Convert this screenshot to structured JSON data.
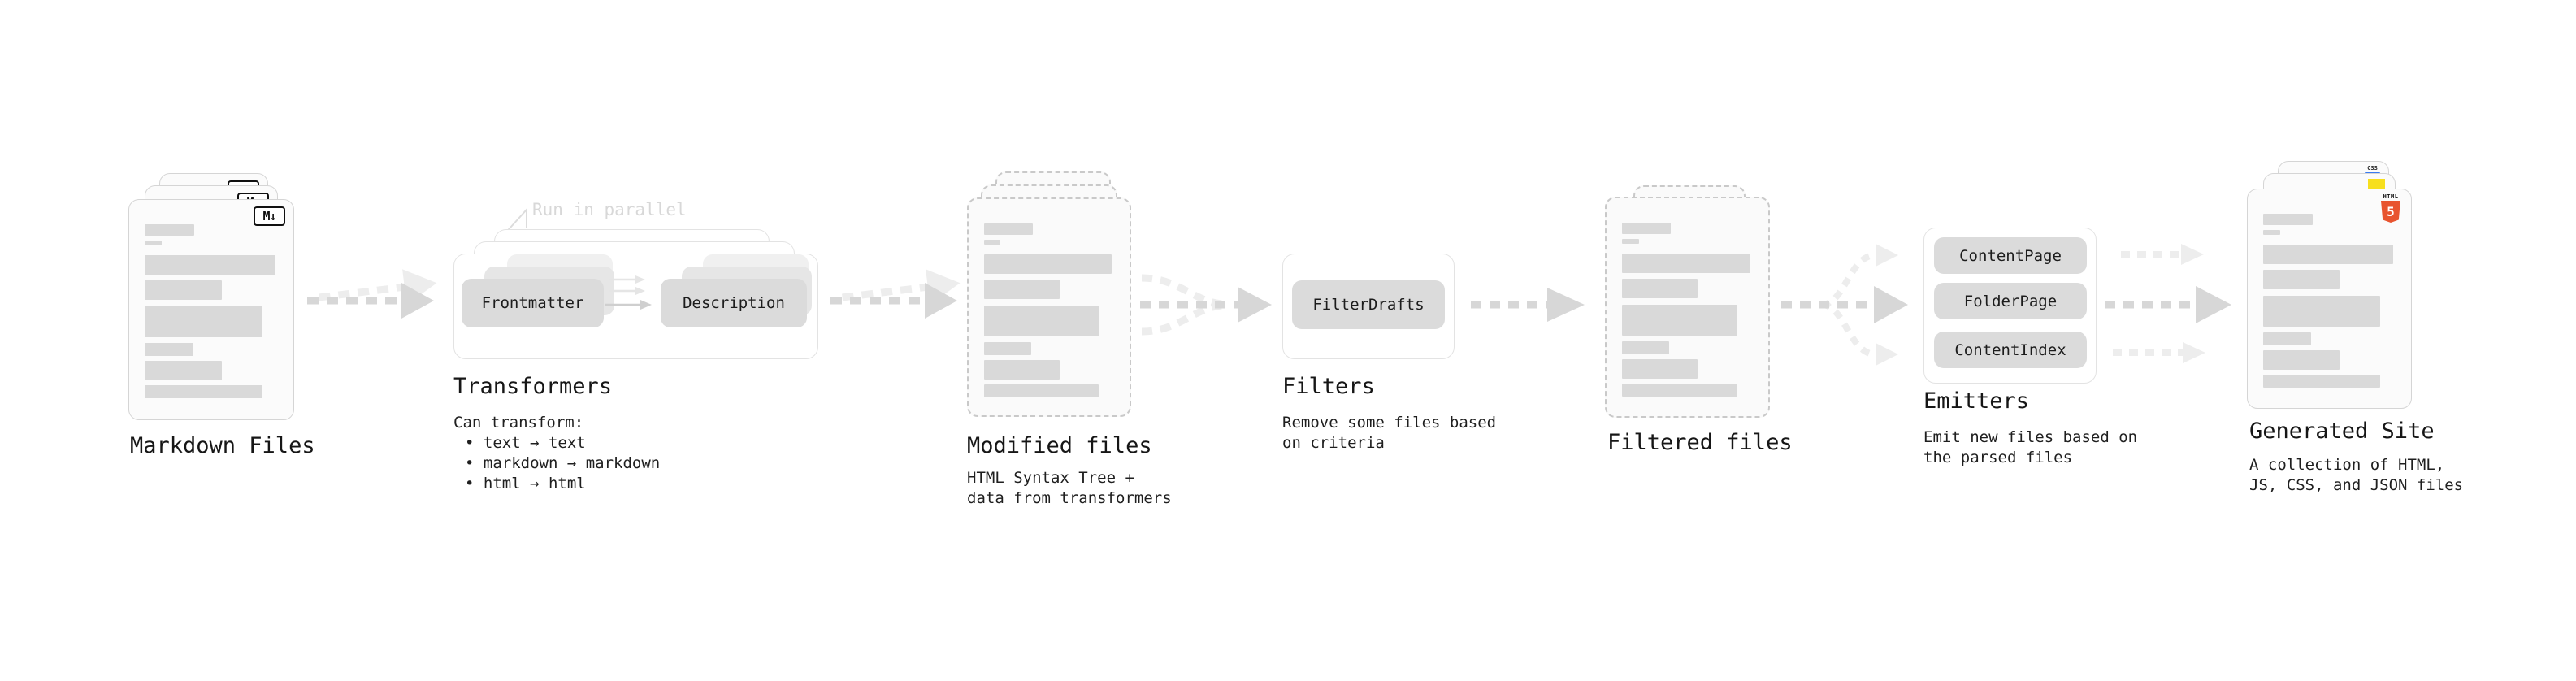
{
  "nodes": {
    "markdown": {
      "label": "Markdown Files",
      "badge": "M↓"
    },
    "transformers": {
      "label": "Transformers",
      "callout": "Run in parallel",
      "pill_left": "Frontmatter",
      "pill_right": "Description",
      "heading": "Can transform:",
      "bullets": [
        "• text → text",
        "• markdown → markdown",
        "• html → html"
      ]
    },
    "modified": {
      "label": "Modified files",
      "subtitle": [
        "HTML Syntax Tree +",
        "data from transformers"
      ]
    },
    "filters": {
      "label": "Filters",
      "pill": "FilterDrafts",
      "subtitle": [
        "Remove some files based",
        "on criteria"
      ]
    },
    "filtered": {
      "label": "Filtered files"
    },
    "emitters": {
      "label": "Emitters",
      "pills": [
        "ContentPage",
        "FolderPage",
        "ContentIndex"
      ],
      "subtitle": [
        "Emit new files based on",
        "the parsed files"
      ]
    },
    "site": {
      "label": "Generated Site",
      "subtitle": [
        "A collection of HTML,",
        "JS, CSS, and JSON files"
      ],
      "css_badge": "CSS",
      "html_badge_word": "HTML",
      "html_badge_number": "5"
    }
  },
  "colors": {
    "bar-gray": "#d9d9d9",
    "pill-gray": "#dbdbdb",
    "arrow-dark": "#d7d7d7",
    "arrow-light": "#ededed",
    "html5-orange": "#e8542f",
    "js-yellow": "#f7df1e",
    "css-blue": "#3a7bf2"
  },
  "doc_bar_pattern": [
    {
      "w": 38,
      "h": 14,
      "mt": 30
    },
    {
      "w": 13,
      "h": 6,
      "mt": 6
    },
    {
      "w": 100,
      "h": 24,
      "mt": 12
    },
    {
      "w": 59,
      "h": 24,
      "mt": 7
    },
    {
      "w": 90,
      "h": 38,
      "mt": 8
    },
    {
      "w": 37,
      "h": 16,
      "mt": 7
    },
    {
      "w": 59,
      "h": 24,
      "mt": 6
    },
    {
      "w": 90,
      "h": 16,
      "mt": 6
    }
  ]
}
